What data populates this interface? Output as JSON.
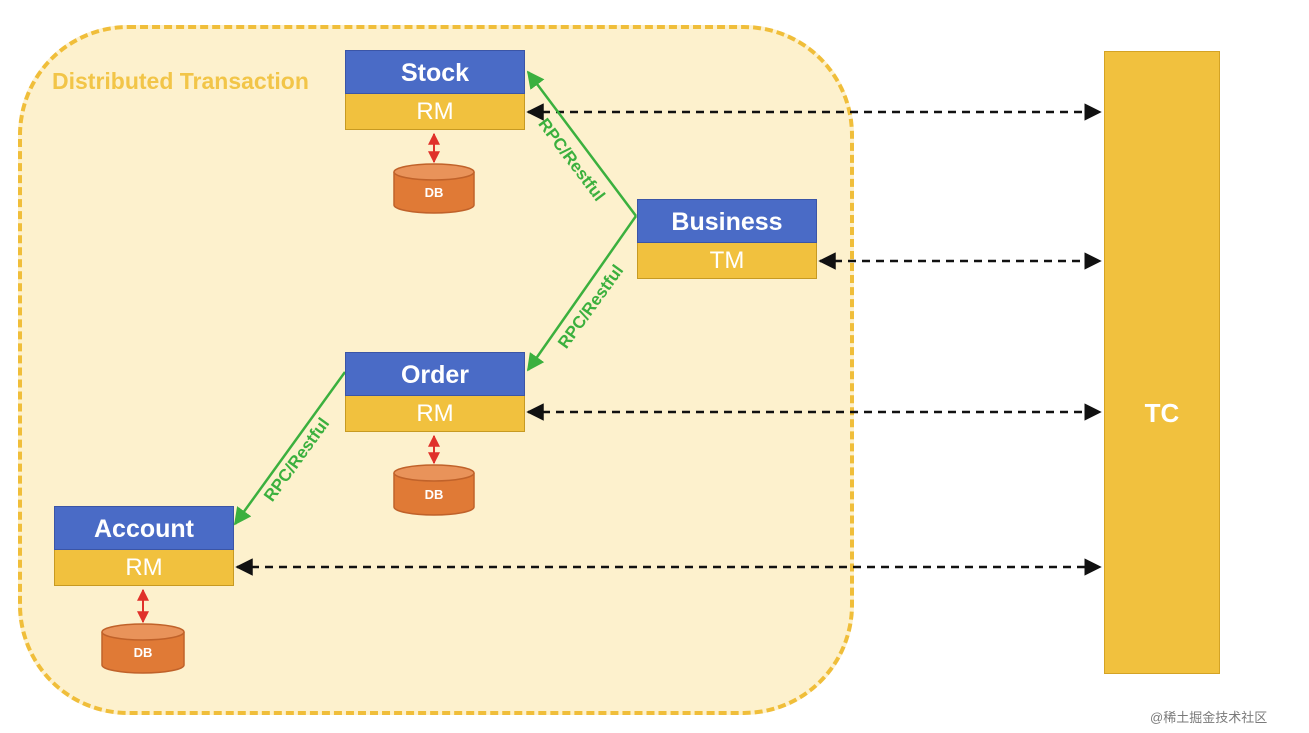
{
  "region": {
    "title": "Distributed Transaction"
  },
  "services": {
    "stock": {
      "name": "Stock",
      "role": "RM"
    },
    "business": {
      "name": "Business",
      "role": "TM"
    },
    "order": {
      "name": "Order",
      "role": "RM"
    },
    "account": {
      "name": "Account",
      "role": "RM"
    }
  },
  "coordinator": {
    "label": "TC"
  },
  "databases": {
    "label": "DB"
  },
  "connections": {
    "business_to_stock": "RPC/Restful",
    "business_to_order": "RPC/Restful",
    "order_to_account": "RPC/Restful"
  },
  "watermark": "@稀土掘金技术社区",
  "colors": {
    "region_fill": "#fdf1cd",
    "region_border": "#f0be3a",
    "service_header": "#4a6bc6",
    "role_fill": "#f1c13e",
    "rpc_line": "#3bb03e",
    "db_fill": "#e07a36",
    "db_link": "#e0312a"
  }
}
